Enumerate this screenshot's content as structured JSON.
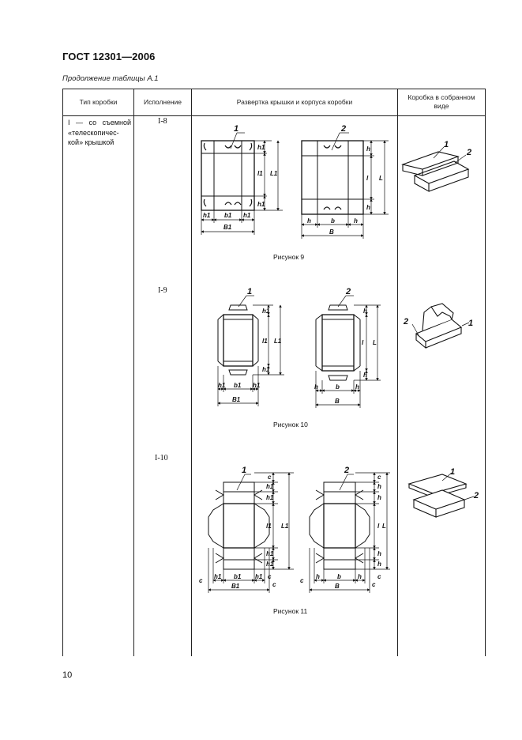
{
  "document": {
    "title": "ГОСТ 12301—2006",
    "table_caption": "Продолжение таблицы А.1",
    "page_number": "10"
  },
  "table": {
    "headers": {
      "box_type": "Тип коробки",
      "execution": "Исполнение",
      "layout": "Развертка крышки и корпуса коробки",
      "assembled_l1": "Коробка в собранном",
      "assembled_l2": "виде"
    },
    "box_type_lines": [
      "I — со  съемной",
      "«телескопичес-",
      "кой» крышкой"
    ],
    "rows": [
      {
        "execution": "I-8",
        "figure_caption": "Рисунок  9",
        "lid_labels": {
          "callout": "1",
          "h_top": "h1",
          "l_side": "l1",
          "L_side": "L1",
          "h_bot": "h1",
          "h_left": "h1",
          "b_mid": "b1",
          "h_right": "h1",
          "B_total": "B1"
        },
        "body_labels": {
          "callout": "2",
          "h_top": "h",
          "l_side": "l",
          "L_side": "L",
          "h_bot": "h",
          "h_left": "h",
          "b_mid": "b",
          "h_right": "h",
          "B_total": "B"
        },
        "assembled_callouts": [
          "1",
          "2"
        ]
      },
      {
        "execution": "I-9",
        "figure_caption": "Рисунок 10",
        "lid_labels": {
          "callout": "1",
          "h_top": "h1",
          "l_side": "l1",
          "L_side": "L1",
          "h_bot": "h1",
          "h_left": "h1",
          "b_mid": "b1",
          "h_right": "h1",
          "B_total": "B1"
        },
        "body_labels": {
          "callout": "2",
          "h_top": "h",
          "l_side": "l",
          "L_side": "L",
          "h_bot": "h",
          "h_left": "h",
          "b_mid": "b",
          "h_right": "h",
          "B_total": "B"
        },
        "assembled_callouts": [
          "2",
          "1"
        ]
      },
      {
        "execution": "I-10",
        "figure_caption": "Рисунок 11",
        "lid_labels": {
          "callout": "1",
          "c_top": "c",
          "h_top": "h1",
          "h_top2": "h1",
          "l_side": "l1",
          "L_side": "L1",
          "h_bot": "h1",
          "h_bot2": "h1",
          "c_bot": "c",
          "c_left": "c",
          "h_left": "h1",
          "b_mid": "b1",
          "h_right": "h1",
          "c_right": "c",
          "B_total": "B1"
        },
        "body_labels": {
          "callout": "2",
          "c_top": "c",
          "h_top": "h",
          "h_top2": "h",
          "l_side": "l",
          "L_side": "L",
          "h_bot": "h",
          "h_bot2": "h",
          "c_bot": "c",
          "c_left": "c",
          "h_left": "h",
          "b_mid": "b",
          "h_right": "h",
          "c_right": "c",
          "B_total": "B"
        },
        "assembled_callouts": [
          "1",
          "2"
        ]
      }
    ]
  }
}
